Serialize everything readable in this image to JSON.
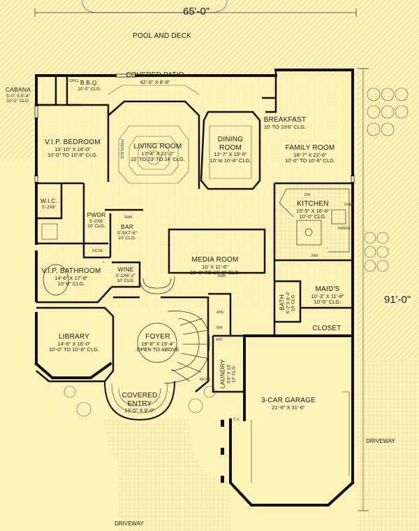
{
  "dimensions": {
    "width": "65'-0\"",
    "depth": "91'-0\""
  },
  "areas": {
    "pool": "POOL AND DECK",
    "driveway_bottom": "DRIVEWAY",
    "driveway_right": "DRIVEWAY"
  },
  "rooms": {
    "cabana": {
      "name": "CABANA",
      "size": "5'-0\" X 5'-4\"",
      "clg": "10'-0\" CLG."
    },
    "bbq": {
      "name": "B.B.Q.",
      "clg": "10'-0\" CLG."
    },
    "covered_patio": {
      "name": "COVERED PATIO",
      "size": "42'-0\" X 8'-8\""
    },
    "vip_bedroom": {
      "name": "V.I.P. BEDROOM",
      "size": "13'-10\" X 16'-0\"",
      "clg": "10'-0\" TO 10'-8\" CLG."
    },
    "living_room": {
      "name": "LIVING ROOM",
      "size": "17'-4\" X 21'-2\"",
      "clg": "22' TO 23' TO 24' CLG."
    },
    "dining_room": {
      "name1": "DINING",
      "name2": "ROOM",
      "size": "12'-7\" X 15'-6\"",
      "clg": "10' to 10'-8\" CLG."
    },
    "breakfast": {
      "name": "BREAKFAST",
      "clg": "10' TO 10'6\" CLG."
    },
    "family_room": {
      "name": "FAMILY ROOM",
      "size": "18'-7\" X 22'-6\"",
      "clg": "10'-0\" TO 10'-8\" CLG."
    },
    "kitchen": {
      "name": "KITCHEN",
      "size": "15'-5\" X 16'-6\"",
      "clg": "10'-0\" CLG."
    },
    "wic": {
      "name": "W.I.C.",
      "size": "5'-2X6'"
    },
    "pwdr": {
      "name": "PWDR",
      "size": "5'-2X8'",
      "clg": "10' CLG."
    },
    "bar": {
      "name": "BAR",
      "size": "5'-9X7'-6\"",
      "clg": "10' CLG."
    },
    "media_room": {
      "name": "MEDIA ROOM",
      "size": "10' X 11'-6\"",
      "clg": "10'-0\" TO 10'-8\" CLG."
    },
    "vip_bathroom": {
      "name": "V.I.P. BATHROOM",
      "size": "14'-6\" X 17'-8\"",
      "clg": "10'-0\" CLG."
    },
    "wine": {
      "name": "WINE",
      "size": "5'-2X6'-2\"",
      "clg": "10' CLG."
    },
    "maids": {
      "name": "MAID'S",
      "size": "10'-3\" X 11'-8\"",
      "clg": "10'-0\" CLG."
    },
    "bath": {
      "name": "BATH",
      "size": "5'-2\"X 8'-4\"",
      "clg": "10' CLG."
    },
    "closet": {
      "name": "CLOSET"
    },
    "library": {
      "name": "LIBRARY",
      "size": "14'-6\" X 16'-0\"",
      "clg": "10'-0\" TO 10'-8\" CLG."
    },
    "foyer": {
      "name": "FOYER",
      "size": "19'-8\" X 15'-4\"",
      "clg": "OPEN TO ABOVE"
    },
    "laundry": {
      "name": "LAUNDRY",
      "size": "6'6\" X 10'",
      "clg": "10' CLG."
    },
    "garage": {
      "name": "3-CAR GARAGE",
      "size": "21'-6\" X 31'-6\""
    },
    "covered_entry": {
      "name1": "COVERED",
      "name2": "ENTRY",
      "size": "13'-5\" X 9'-0\""
    }
  },
  "fixtures": {
    "sink": "SINK",
    "niche": "NICHE",
    "fireplace": "FIREPLACE",
    "dw": "DW",
    "oven": "OVEN",
    "ref": "REF",
    "range": "RANGE",
    "grill": "GRILL",
    "wd": "W/D",
    "ahu": "AHU",
    "wh": "WH",
    "cv": "C.V.",
    "l": "L."
  }
}
